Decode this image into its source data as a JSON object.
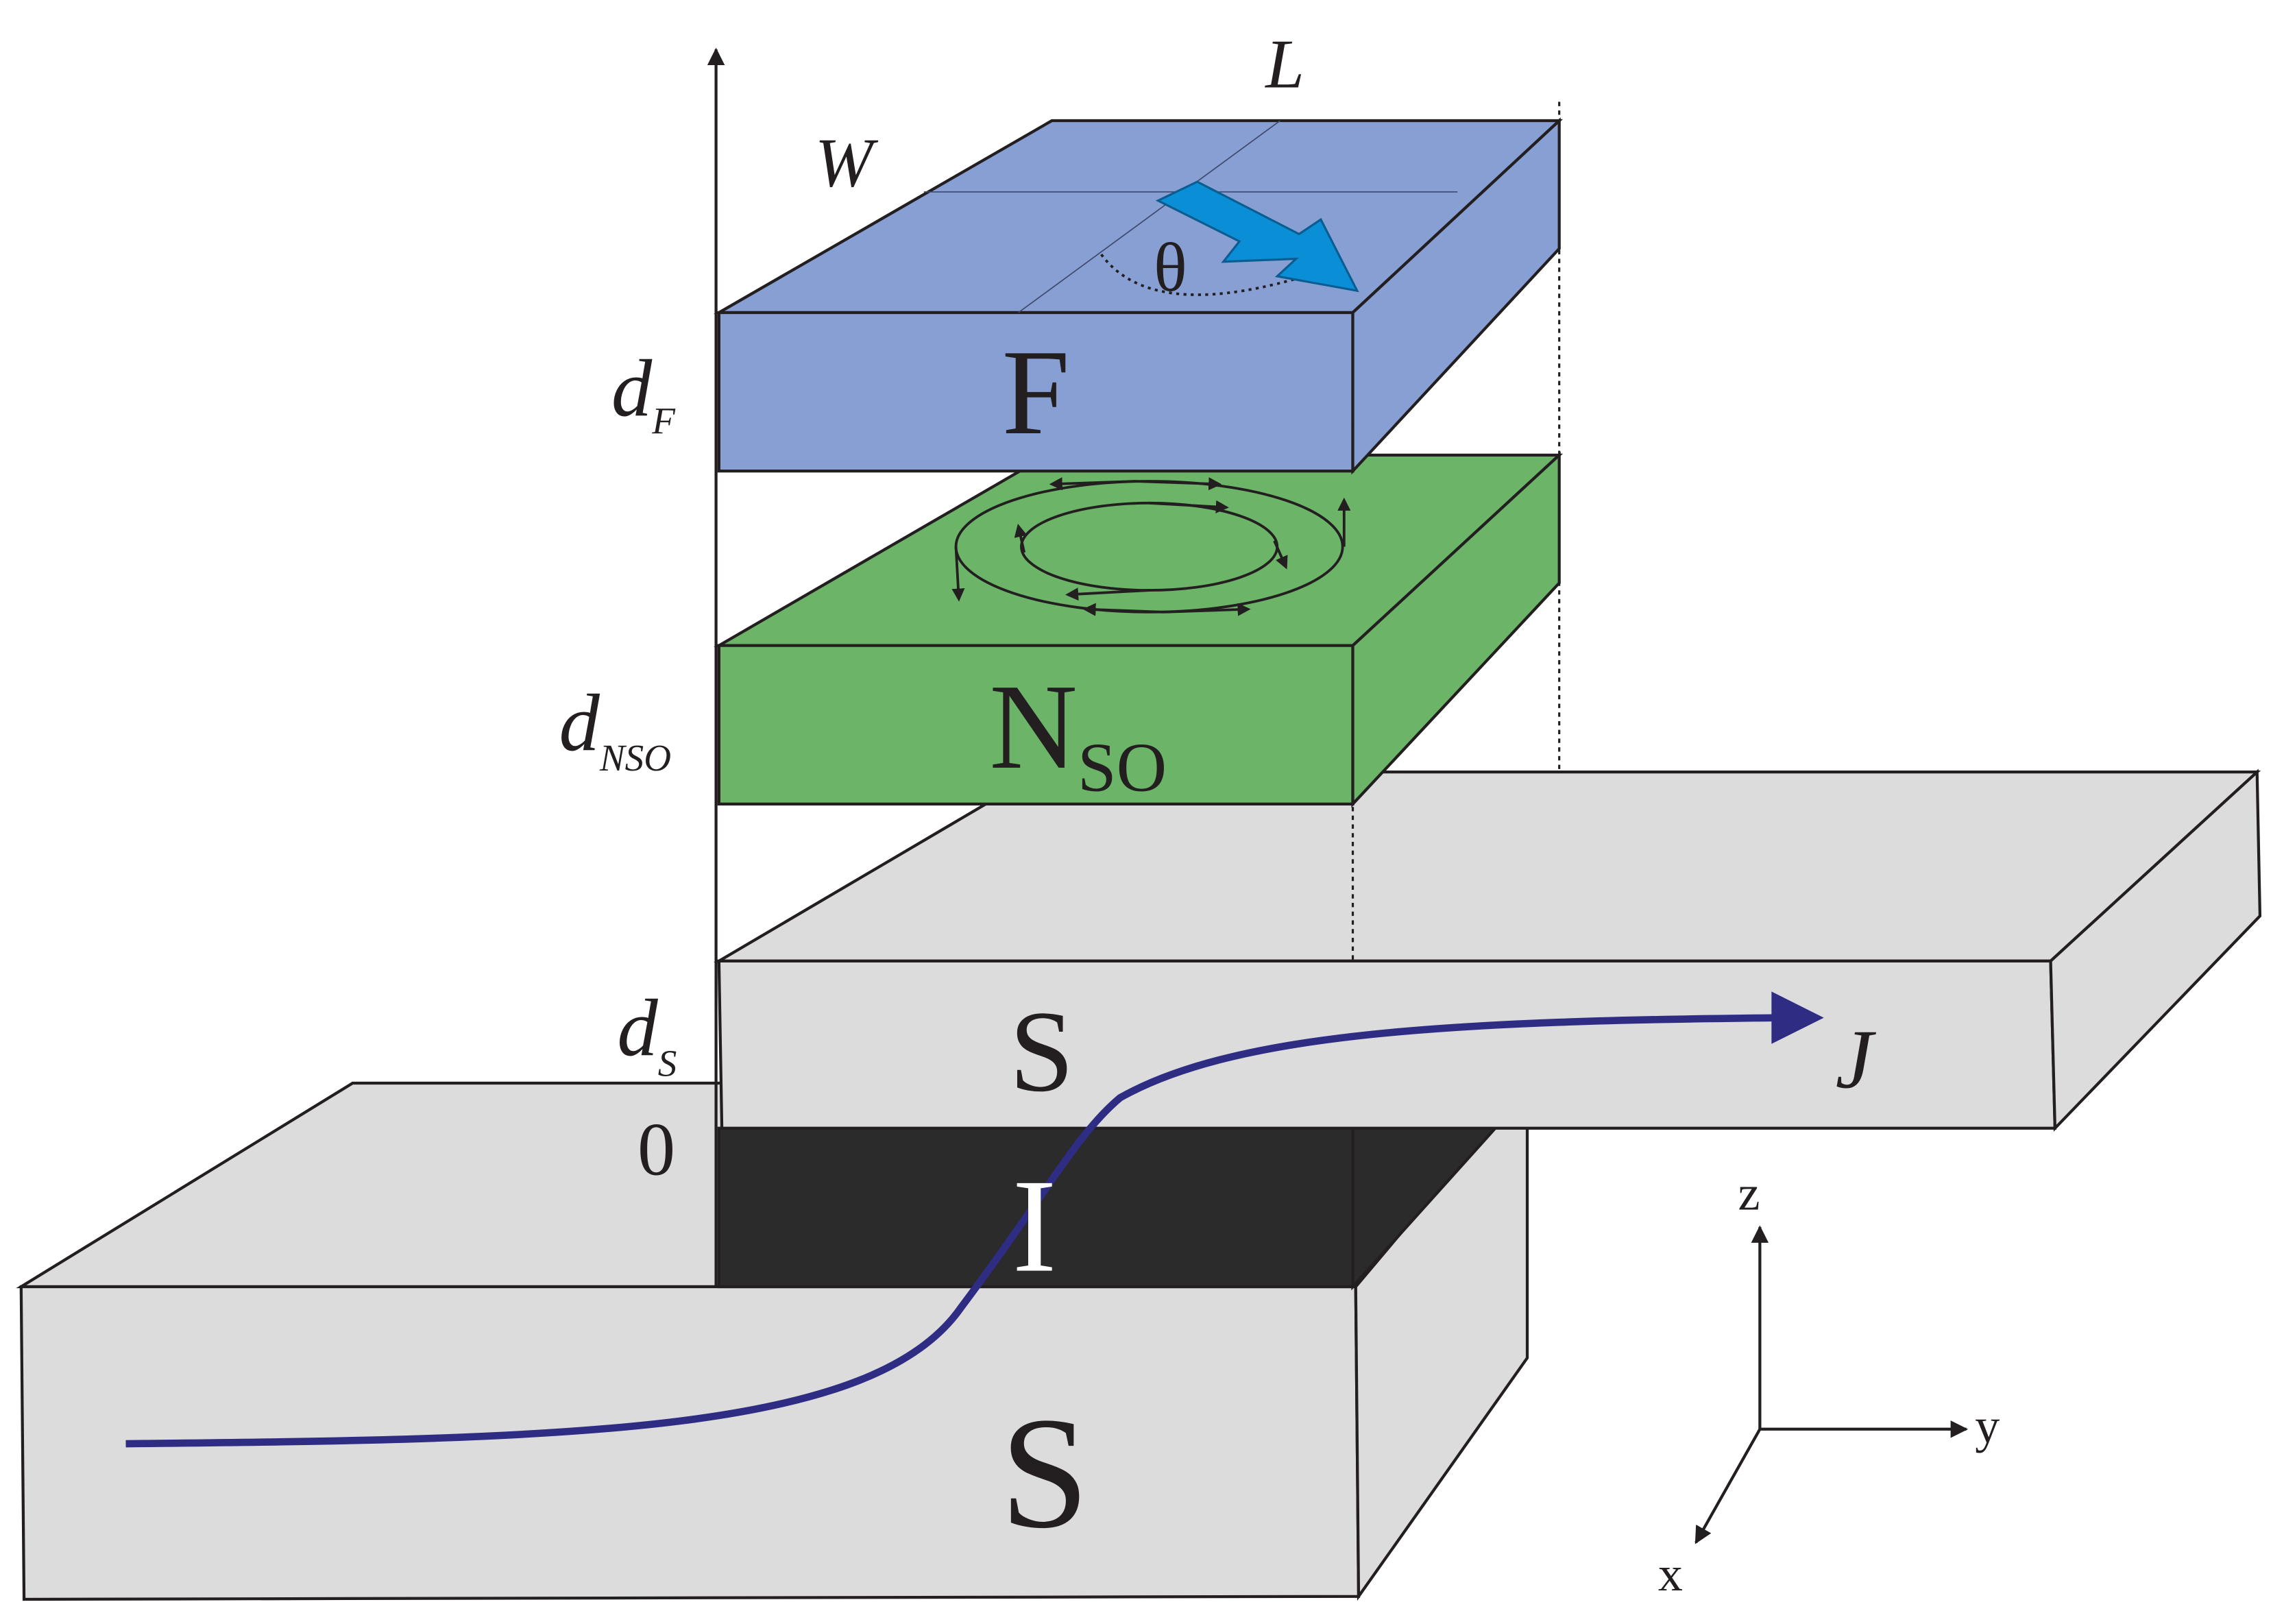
{
  "labels": {
    "length": "L",
    "width": "W",
    "angle": "θ",
    "thickness_f_main": "d",
    "thickness_f_sub": "F",
    "thickness_nso_main": "d",
    "thickness_nso_sub": "NSO",
    "thickness_s_main": "d",
    "thickness_s_sub": "S",
    "origin": "0",
    "current": "J"
  },
  "layers": {
    "ferromagnet": "F",
    "normal_metal_main": "N",
    "normal_metal_sub": "SO",
    "superconductor_top": "S",
    "insulator": "I",
    "superconductor_bottom": "S"
  },
  "axes": {
    "z": "z",
    "y": "y",
    "x": "x"
  },
  "colors": {
    "ferromagnet": "#889fd3",
    "normal_metal": "#6bb468",
    "superconductor": "#dcdcdd",
    "insulator": "#2b2b2b",
    "magnetization_arrow": "#0a8fd6",
    "current_line": "#2f2c84",
    "outline": "#231f20"
  }
}
